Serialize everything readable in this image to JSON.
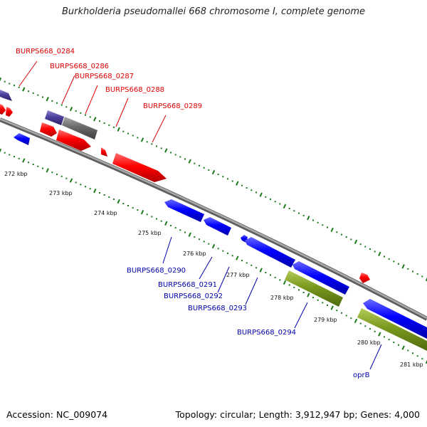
{
  "header": {
    "title": "Burkholderia pseudomallei 668 chromosome I, complete genome"
  },
  "footer": {
    "accession": "Accession: NC_009074",
    "summary": "Topology: circular; Length: 3,912,947 bp; Genes: 4,000"
  },
  "colors": {
    "forward_cds": "#ff0000",
    "reverse_cds": "#0000ff",
    "rna": "#7a9a1e",
    "other_gene": "#666666",
    "purple_gene": "#4b3f99",
    "backbone": "#888888",
    "tick": "#1a7a1a",
    "forward_label": "#dd0000",
    "reverse_label": "#0000aa"
  },
  "scale": {
    "ticks": [
      "272 kbp",
      "273 kbp",
      "274 kbp",
      "275 kbp",
      "276 kbp",
      "277 kbp",
      "278 kbp",
      "279 kbp",
      "280 kbp",
      "281 kbp"
    ]
  },
  "genes": {
    "forward": [
      "BURPS668_0284",
      "BURPS668_0286",
      "BURPS668_0287",
      "BURPS668_0288",
      "BURPS668_0289"
    ],
    "reverse": [
      "BURPS668_0290",
      "BURPS668_0291",
      "BURPS668_0292",
      "BURPS668_0293",
      "BURPS668_0294",
      "oprB"
    ]
  }
}
